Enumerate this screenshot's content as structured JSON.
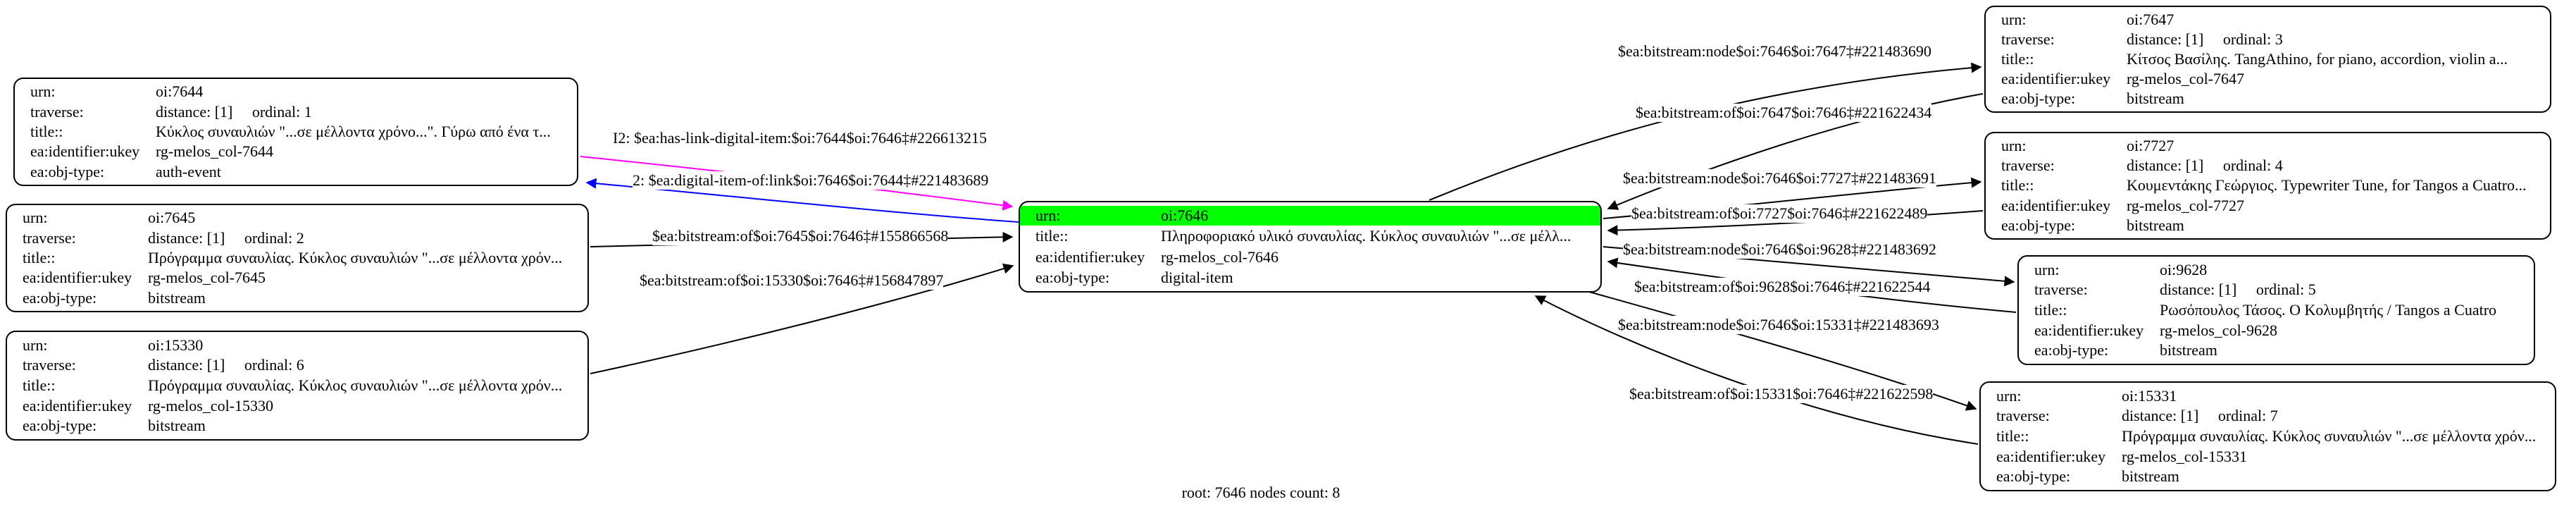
{
  "root_label": "root: 7646 nodes count: 8",
  "colors": {
    "highlight": "#00ff00",
    "edge_default": "#000000",
    "edge_forward_link": "#ff00ff",
    "edge_back_link": "#0000ff"
  },
  "nodes": {
    "n7644": {
      "fields": [
        {
          "label": "urn:",
          "value": "oi:7644"
        },
        {
          "label": "traverse:",
          "value": "distance: [1]     ordinal: 1"
        },
        {
          "label": "title::",
          "value": "Κύκλος συναυλιών \"...σε μέλλοντα χρόνο...\". Γύρω από ένα τ..."
        },
        {
          "label": "ea:identifier:ukey",
          "value": "rg-melos_col-7644"
        },
        {
          "label": "ea:obj-type:",
          "value": "auth-event"
        }
      ]
    },
    "n7645": {
      "fields": [
        {
          "label": "urn:",
          "value": "oi:7645"
        },
        {
          "label": "traverse:",
          "value": "distance: [1]     ordinal: 2"
        },
        {
          "label": "title::",
          "value": "Πρόγραμμα συναυλίας. Κύκλος συναυλιών \"...σε μέλλοντα χρόν..."
        },
        {
          "label": "ea:identifier:ukey",
          "value": "rg-melos_col-7645"
        },
        {
          "label": "ea:obj-type:",
          "value": "bitstream"
        }
      ]
    },
    "n15330": {
      "fields": [
        {
          "label": "urn:",
          "value": "oi:15330"
        },
        {
          "label": "traverse:",
          "value": "distance: [1]     ordinal: 6"
        },
        {
          "label": "title::",
          "value": "Πρόγραμμα συναυλίας. Κύκλος συναυλιών \"...σε μέλλοντα χρόν..."
        },
        {
          "label": "ea:identifier:ukey",
          "value": "rg-melos_col-15330"
        },
        {
          "label": "ea:obj-type:",
          "value": "bitstream"
        }
      ]
    },
    "n7646": {
      "fields": [
        {
          "label": "urn:",
          "value": "oi:7646"
        },
        {
          "label": "title::",
          "value": "Πληροφοριακό υλικό συναυλίας. Κύκλος συναυλιών \"...σε μέλλ..."
        },
        {
          "label": "ea:identifier:ukey",
          "value": "rg-melos_col-7646"
        },
        {
          "label": "ea:obj-type:",
          "value": "digital-item"
        }
      ]
    },
    "n7647": {
      "fields": [
        {
          "label": "urn:",
          "value": "oi:7647"
        },
        {
          "label": "traverse:",
          "value": "distance: [1]     ordinal: 3"
        },
        {
          "label": "title::",
          "value": "Κίτσος Βασίλης. TangAthino, for piano, accordion, violin a..."
        },
        {
          "label": "ea:identifier:ukey",
          "value": "rg-melos_col-7647"
        },
        {
          "label": "ea:obj-type:",
          "value": "bitstream"
        }
      ]
    },
    "n7727": {
      "fields": [
        {
          "label": "urn:",
          "value": "oi:7727"
        },
        {
          "label": "traverse:",
          "value": "distance: [1]     ordinal: 4"
        },
        {
          "label": "title::",
          "value": "Κουμεντάκης Γεώργιος. Typewriter Tune, for Tangos a Cuatro..."
        },
        {
          "label": "ea:identifier:ukey",
          "value": "rg-melos_col-7727"
        },
        {
          "label": "ea:obj-type:",
          "value": "bitstream"
        }
      ]
    },
    "n9628": {
      "fields": [
        {
          "label": "urn:",
          "value": "oi:9628"
        },
        {
          "label": "traverse:",
          "value": "distance: [1]     ordinal: 5"
        },
        {
          "label": "title::",
          "value": "Ρωσόπουλος Τάσος. Ο Κολυμβητής / Tangos a Cuatro"
        },
        {
          "label": "ea:identifier:ukey",
          "value": "rg-melos_col-9628"
        },
        {
          "label": "ea:obj-type:",
          "value": "bitstream"
        }
      ]
    },
    "n15331": {
      "fields": [
        {
          "label": "urn:",
          "value": "oi:15331"
        },
        {
          "label": "traverse:",
          "value": "distance: [1]     ordinal: 7"
        },
        {
          "label": "title::",
          "value": "Πρόγραμμα συναυλίας. Κύκλος συναυλιών \"...σε μέλλοντα χρόν..."
        },
        {
          "label": "ea:identifier:ukey",
          "value": "rg-melos_col-15331"
        },
        {
          "label": "ea:obj-type:",
          "value": "bitstream"
        }
      ]
    }
  },
  "edges": {
    "has_link_digital_item": {
      "label": "I2: $ea:has-link-digital-item:$oi:7644$oi:7646‡#226613215"
    },
    "digital_item_of": {
      "label": "2: $ea:digital-item-of:link$oi:7646$oi:7644‡#221483689"
    },
    "of_7645": {
      "label": "$ea:bitstream:of$oi:7645$oi:7646‡#155866568"
    },
    "of_15330": {
      "label": "$ea:bitstream:of$oi:15330$oi:7646‡#156847897"
    },
    "node_7647": {
      "label": "$ea:bitstream:node$oi:7646$oi:7647‡#221483690"
    },
    "of_7647": {
      "label": "$ea:bitstream:of$oi:7647$oi:7646‡#221622434"
    },
    "node_7727": {
      "label": "$ea:bitstream:node$oi:7646$oi:7727‡#221483691"
    },
    "of_7727": {
      "label": "$ea:bitstream:of$oi:7727$oi:7646‡#221622489"
    },
    "node_9628": {
      "label": "$ea:bitstream:node$oi:7646$oi:9628‡#221483692"
    },
    "of_9628": {
      "label": "$ea:bitstream:of$oi:9628$oi:7646‡#221622544"
    },
    "node_15331": {
      "label": "$ea:bitstream:node$oi:7646$oi:15331‡#221483693"
    },
    "of_15331": {
      "label": "$ea:bitstream:of$oi:15331$oi:7646‡#221622598"
    }
  }
}
